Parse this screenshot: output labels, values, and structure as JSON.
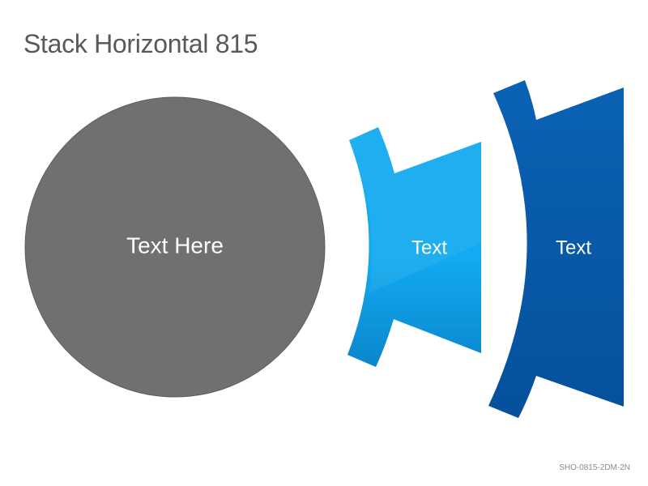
{
  "title": "Stack Horizontal 815",
  "circle": {
    "label": "Text Here",
    "color": "#707070"
  },
  "shapes": [
    {
      "label": "Text",
      "color_light": "#12aaf0",
      "color_dark": "#0a86cc"
    },
    {
      "label": "Text",
      "color_light": "#0a62b4",
      "color_dark": "#06509c"
    }
  ],
  "footer": "SHO-0815-2DM-2N"
}
